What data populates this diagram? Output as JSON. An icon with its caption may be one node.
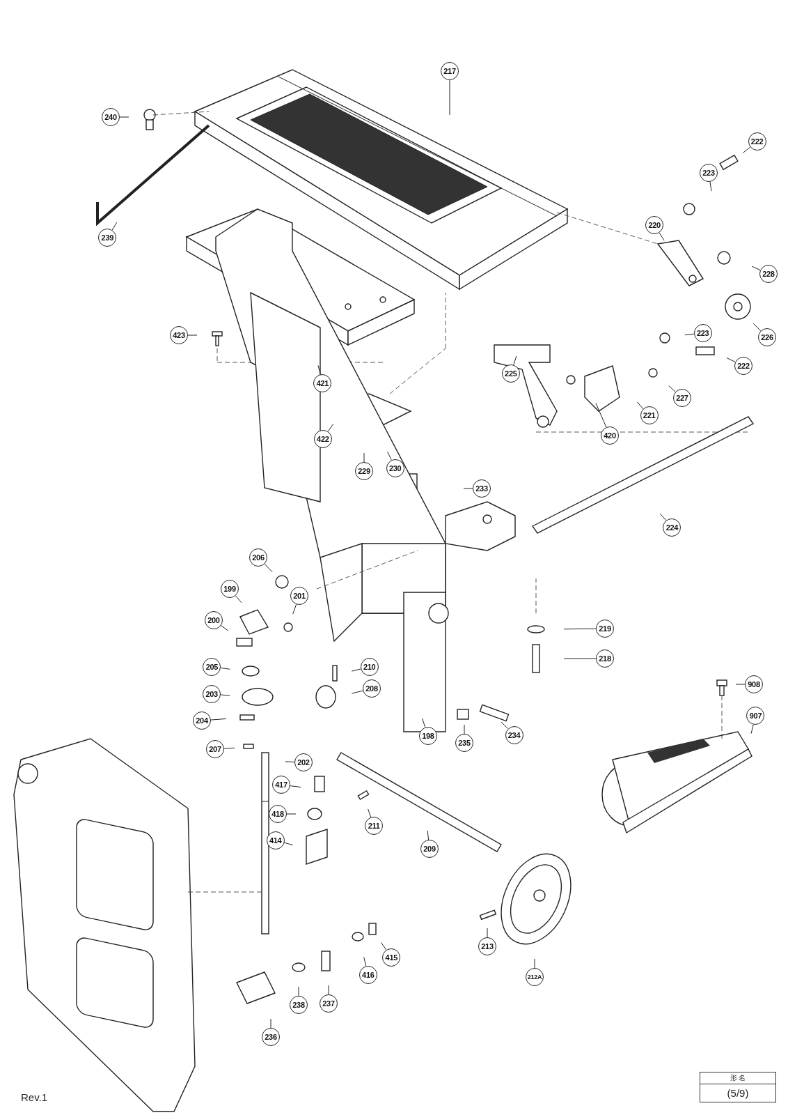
{
  "diagram": {
    "nodes": [
      {
        "text": [
          "217"
        ]
      },
      {
        "text": [
          "240"
        ]
      },
      {
        "text": [
          "239"
        ]
      },
      {
        "text": [
          "222"
        ]
      },
      {
        "text": [
          "223"
        ]
      },
      {
        "text": [
          "220"
        ]
      },
      {
        "text": [
          "228"
        ]
      },
      {
        "text": [
          "423"
        ]
      },
      {
        "text": [
          "421"
        ]
      },
      {
        "text": [
          "225"
        ]
      },
      {
        "text": [
          "223"
        ]
      },
      {
        "text": [
          "222"
        ]
      },
      {
        "text": [
          "226"
        ]
      },
      {
        "text": [
          "227"
        ]
      },
      {
        "text": [
          "221"
        ]
      },
      {
        "text": [
          "420"
        ]
      },
      {
        "text": [
          "422"
        ]
      },
      {
        "text": [
          "229"
        ]
      },
      {
        "text": [
          "230"
        ]
      },
      {
        "text": [
          "233"
        ]
      },
      {
        "text": [
          "224"
        ]
      },
      {
        "text": [
          "206"
        ]
      },
      {
        "text": [
          "199"
        ]
      },
      {
        "text": [
          "201"
        ]
      },
      {
        "text": [
          "200"
        ]
      },
      {
        "text": [
          "219"
        ]
      },
      {
        "text": [
          "218"
        ]
      },
      {
        "text": [
          "205"
        ]
      },
      {
        "text": [
          "210"
        ]
      },
      {
        "text": [
          "208"
        ]
      },
      {
        "text": [
          "203"
        ]
      },
      {
        "text": [
          "204"
        ]
      },
      {
        "text": [
          "198"
        ]
      },
      {
        "text": [
          "235"
        ]
      },
      {
        "text": [
          "234"
        ]
      },
      {
        "text": [
          "908"
        ]
      },
      {
        "text": [
          "907"
        ]
      },
      {
        "text": [
          "207"
        ]
      },
      {
        "text": [
          "202"
        ]
      },
      {
        "text": [
          "417"
        ]
      },
      {
        "text": [
          "418"
        ]
      },
      {
        "text": [
          "211"
        ]
      },
      {
        "text": [
          "414"
        ]
      },
      {
        "text": [
          "209"
        ]
      },
      {
        "text": [
          "213"
        ]
      },
      {
        "text": [
          "415"
        ]
      },
      {
        "text": [
          "416"
        ]
      },
      {
        "text": [
          "238"
        ]
      },
      {
        "text": [
          "237"
        ]
      },
      {
        "text": [
          "212A"
        ]
      },
      {
        "text": [
          "236"
        ]
      }
    ],
    "edges": [
      {
        "from": 0,
        "to": null,
        "arrow": "none"
      },
      {
        "from": 1,
        "to": null,
        "arrow": "none"
      },
      {
        "from": 2,
        "to": null,
        "arrow": "none"
      },
      {
        "from": 3,
        "to": null,
        "arrow": "none"
      },
      {
        "from": 4,
        "to": null,
        "arrow": "none"
      },
      {
        "from": 5,
        "to": null,
        "arrow": "none"
      },
      {
        "from": 6,
        "to": null,
        "arrow": "none"
      },
      {
        "from": 7,
        "to": null,
        "arrow": "none"
      },
      {
        "from": 8,
        "to": null,
        "arrow": "none"
      },
      {
        "from": 9,
        "to": null,
        "arrow": "none"
      },
      {
        "from": 10,
        "to": null,
        "arrow": "none"
      },
      {
        "from": 11,
        "to": null,
        "arrow": "none"
      },
      {
        "from": 12,
        "to": null,
        "arrow": "none"
      },
      {
        "from": 13,
        "to": null,
        "arrow": "none"
      },
      {
        "from": 14,
        "to": null,
        "arrow": "none"
      },
      {
        "from": 15,
        "to": null,
        "arrow": "none"
      },
      {
        "from": 16,
        "to": null,
        "arrow": "none"
      },
      {
        "from": 17,
        "to": null,
        "arrow": "none"
      },
      {
        "from": 18,
        "to": null,
        "arrow": "none"
      },
      {
        "from": 19,
        "to": null,
        "arrow": "none"
      },
      {
        "from": 20,
        "to": null,
        "arrow": "none"
      },
      {
        "from": 21,
        "to": null,
        "arrow": "none"
      },
      {
        "from": 22,
        "to": null,
        "arrow": "none"
      },
      {
        "from": 23,
        "to": null,
        "arrow": "none"
      },
      {
        "from": 24,
        "to": null,
        "arrow": "none"
      },
      {
        "from": 25,
        "to": null,
        "arrow": "none"
      },
      {
        "from": 26,
        "to": null,
        "arrow": "none"
      },
      {
        "from": 27,
        "to": null,
        "arrow": "none"
      },
      {
        "from": 28,
        "to": null,
        "arrow": "none"
      },
      {
        "from": 29,
        "to": null,
        "arrow": "none"
      },
      {
        "from": 30,
        "to": null,
        "arrow": "none"
      },
      {
        "from": 31,
        "to": null,
        "arrow": "none"
      },
      {
        "from": 32,
        "to": null,
        "arrow": "none"
      },
      {
        "from": 33,
        "to": null,
        "arrow": "none"
      },
      {
        "from": 34,
        "to": null,
        "arrow": "none"
      },
      {
        "from": 35,
        "to": null,
        "arrow": "none"
      },
      {
        "from": 36,
        "to": null,
        "arrow": "none"
      },
      {
        "from": 37,
        "to": null,
        "arrow": "none"
      },
      {
        "from": 38,
        "to": null,
        "arrow": "none"
      },
      {
        "from": 39,
        "to": null,
        "arrow": "none"
      },
      {
        "from": 40,
        "to": null,
        "arrow": "none"
      },
      {
        "from": 41,
        "to": null,
        "arrow": "none"
      },
      {
        "from": 42,
        "to": null,
        "arrow": "none"
      },
      {
        "from": 43,
        "to": null,
        "arrow": "none"
      },
      {
        "from": 44,
        "to": null,
        "arrow": "none"
      },
      {
        "from": 45,
        "to": null,
        "arrow": "none"
      },
      {
        "from": 46,
        "to": null,
        "arrow": "none"
      },
      {
        "from": 47,
        "to": null,
        "arrow": "none"
      },
      {
        "from": 48,
        "to": null,
        "arrow": "none"
      },
      {
        "from": 49,
        "to": null,
        "arrow": "none"
      },
      {
        "from": 50,
        "to": null,
        "arrow": "none"
      }
    ],
    "labels": [
      "Rev.1",
      "形 名",
      "(5/9)"
    ]
  }
}
